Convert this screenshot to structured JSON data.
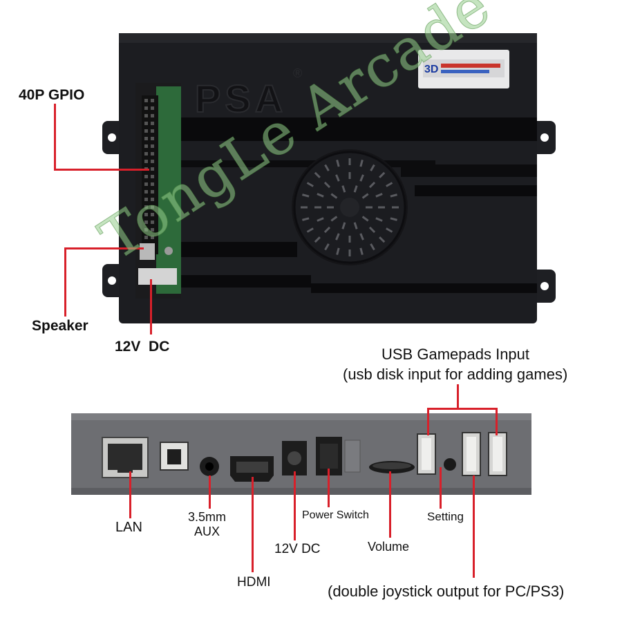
{
  "top_board": {
    "brand": "PSA",
    "registered_mark": "®",
    "labels": {
      "gpio": "40P GPIO",
      "speaker": "Speaker",
      "dc_top": "12V  DC"
    }
  },
  "front_panel": {
    "port_labels": {
      "lan": "LAN",
      "aux": "3.5mm\nAUX",
      "hdmi": "HDMI",
      "dc": "12V DC",
      "power": "Power Switch",
      "volume": "Volume",
      "setting": "Setting"
    },
    "usb_header_line1": "USB Gamepads Input",
    "usb_header_line2": "(usb disk input for adding games)",
    "usb_footer": "(double joystick output for PC/PS3)"
  },
  "watermark": "TongLe Arcade",
  "colors": {
    "leader_line": "#d8202a",
    "case": "#1c1d21",
    "panel": "#6d6e72"
  }
}
